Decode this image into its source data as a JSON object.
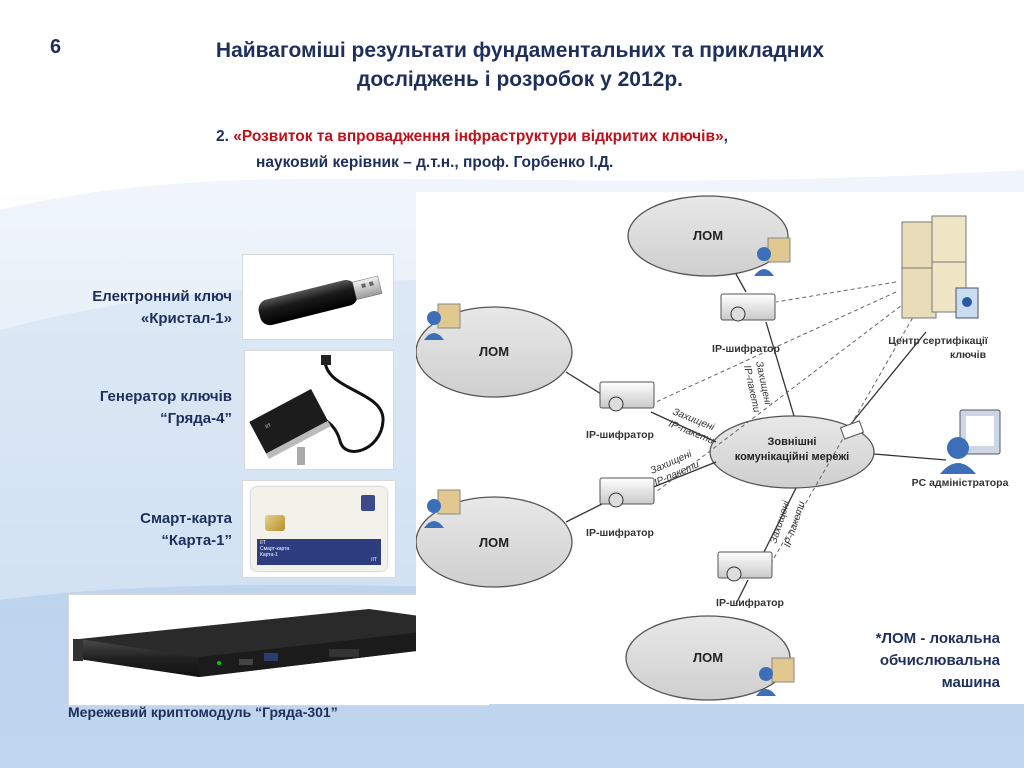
{
  "slide_number": "6",
  "title_line1": "Найвагоміші результати  фундаментальних та прикладних",
  "title_line2": "досліджень і розробок у 2012р.",
  "item_number": "2.",
  "item_title": "«Розвиток та впровадження інфраструктури відкритих ключів»",
  "item_comma": ",",
  "item_supervisor": "науковий керівник – д.т.н., проф. Горбенко І.Д.",
  "devices": {
    "key_line1": "Електронний ключ",
    "key_line2": "«Кристал-1»",
    "gen_line1": "Генератор ключів",
    "gen_line2": "“Гряда-4”",
    "card_line1": "Смарт-карта",
    "card_line2": "“Карта-1”",
    "card_print_1": "ІІТ",
    "card_print_2": "Смарт-карта",
    "card_print_3": "Карта-1",
    "card_print_4": "ІІТ",
    "module_caption": "Мережевий криптомодуль “Гряда-301”"
  },
  "diagram": {
    "lom": "ЛОМ",
    "encryptor": "IP-шифратор",
    "protected_1": "Захищені",
    "protected_2": "IP-пакети",
    "net_line1": "Зовнішні",
    "net_line2": "комунікаційні мережі",
    "cert_line1": "Центр сертифікації",
    "cert_line2": "ключів",
    "admin_pc": "PC адміністратора"
  },
  "legend_line1": "*ЛОМ - локальна",
  "legend_line2": "обчислювальна",
  "legend_line3": "машина"
}
